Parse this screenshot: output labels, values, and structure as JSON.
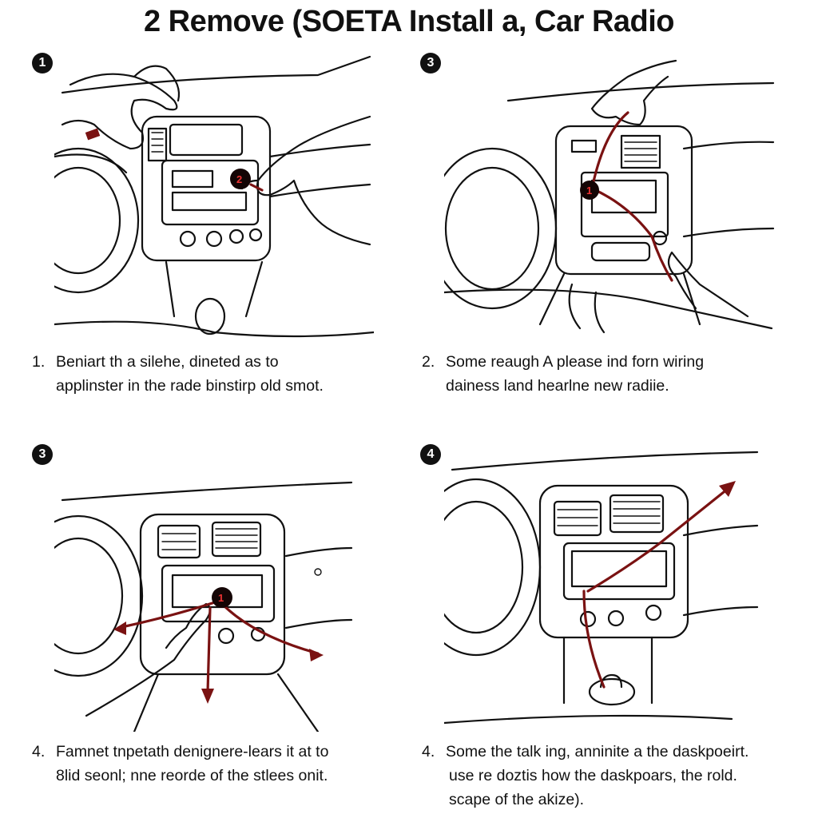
{
  "title": "2 Remove (SOETA Install a, Car Radio",
  "colors": {
    "arrow": "#7a1212",
    "ink": "#111111",
    "marker": "#140505"
  },
  "panels": [
    {
      "badge": "1",
      "marker": "2",
      "caption": {
        "number": "1.",
        "line1": "Beniart th a silehe, dineted as to",
        "line2": "applinster in the rade binstirp old smot."
      }
    },
    {
      "badge": "3",
      "marker": "1",
      "caption": {
        "number": "2.",
        "line1": "Some reaugh A please ind forn wiring",
        "line2": "dainess land hearlne new radiie."
      }
    },
    {
      "badge": "3",
      "marker": "1",
      "caption": {
        "number": "4.",
        "line1": "Famnet tnpetath denignere-lears it at to",
        "line2": "8lid seonl; nne reorde of the stlees onit."
      }
    },
    {
      "badge": "4",
      "caption": {
        "number": "4.",
        "line1": "Some the talk ing, anninite a the daskpoeirt.",
        "line2": "use re doztis how the daskpoars, the rold.",
        "line3": "scape of the akize)."
      }
    }
  ]
}
